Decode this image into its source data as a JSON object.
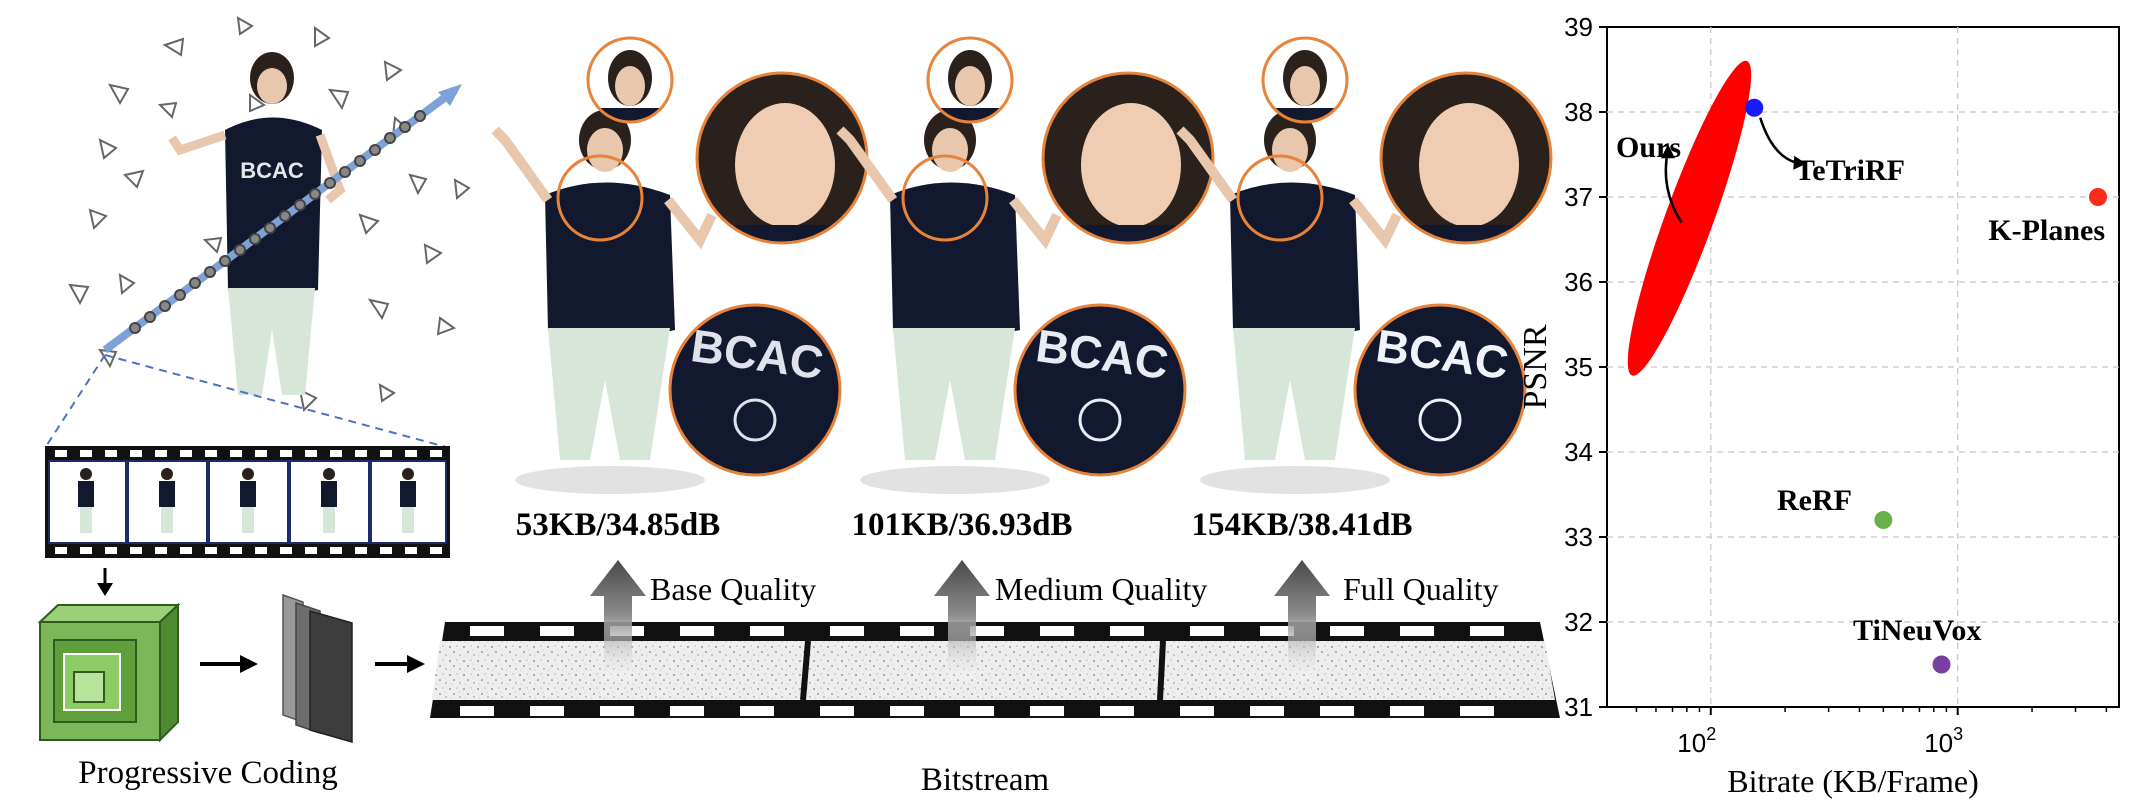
{
  "pipeline": {
    "coding_label": "Progressive Coding",
    "bitstream_label": "Bitstream"
  },
  "levels": [
    {
      "stat": "53KB/34.85dB",
      "label": "Base Quality"
    },
    {
      "stat": "101KB/36.93dB",
      "label": "Medium Quality"
    },
    {
      "stat": "154KB/38.41dB",
      "label": "Full Quality"
    }
  ],
  "shirt_text": "BCAC",
  "chart_data": {
    "type": "scatter",
    "xlabel": "Bitrate (KB/Frame)",
    "ylabel": "PSNR",
    "xscale": "log",
    "xlim": [
      38,
      4500
    ],
    "ylim": [
      31,
      39
    ],
    "yticks": [
      "31",
      "32",
      "33",
      "34",
      "35",
      "36",
      "37",
      "38",
      "39"
    ],
    "xticks": [
      {
        "base": "10",
        "exp": "2",
        "value": 100
      },
      {
        "base": "10",
        "exp": "3",
        "value": 1000
      }
    ],
    "grid": true,
    "points": [
      {
        "name": "TeTriRF",
        "x": 150,
        "y": 38.05,
        "color": "#1a1aff"
      },
      {
        "name": "K-Planes",
        "x": 3700,
        "y": 37.0,
        "color": "#ff2a1a"
      },
      {
        "name": "ReRF",
        "x": 500,
        "y": 33.2,
        "color": "#6ab04c"
      },
      {
        "name": "TiNeuVox",
        "x": 860,
        "y": 31.5,
        "color": "#7b3fa0"
      }
    ],
    "region": {
      "name": "Ours",
      "x_range": [
        48,
        140
      ],
      "y_range": [
        34.9,
        38.6
      ],
      "color": "#ff0000"
    }
  }
}
